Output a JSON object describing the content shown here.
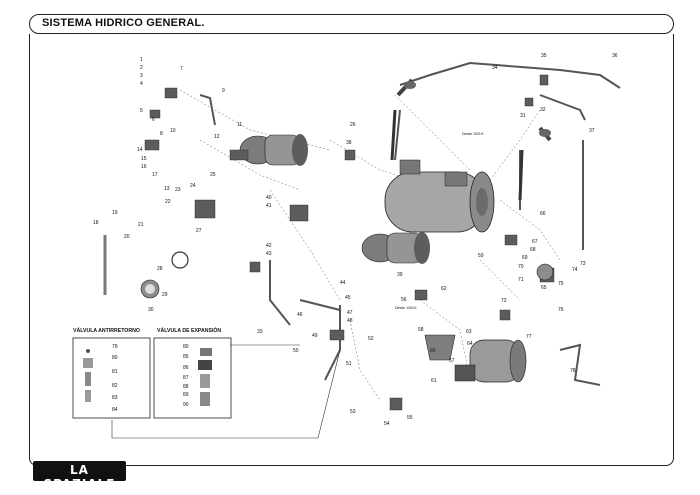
{
  "header": {
    "title": "SISTEMA HIDRICO GENERAL."
  },
  "brand": {
    "logo_text": "LA SPAZIALE"
  },
  "insets": [
    {
      "title": "VÁLVULA ANTIRRETORNO",
      "parts": [
        "79",
        "80",
        "81",
        "82",
        "83",
        "84"
      ]
    },
    {
      "title": "VÁLVULA DE EXPANSIÓN",
      "parts": [
        "80",
        "85",
        "86",
        "87",
        "88",
        "89",
        "90"
      ]
    }
  ],
  "notes": {
    "desde_a": "Desde 1001H",
    "desde_b": "Desde 1001H"
  },
  "callouts": {
    "c1": "1",
    "c2": "2",
    "c3": "3",
    "c4": "4",
    "c5": "5",
    "c6": "6",
    "c7": "7",
    "c8": "8",
    "c9": "9",
    "c10": "10",
    "c11": "11",
    "c12": "12",
    "c13": "13",
    "c14": "14",
    "c15": "15",
    "c16": "16",
    "c17": "17",
    "c18": "18",
    "c19": "19",
    "c20": "20",
    "c21": "21",
    "c22": "22",
    "c23": "23",
    "c24": "24",
    "c25": "25",
    "c26": "26",
    "c27": "27",
    "c28": "28",
    "c29": "29",
    "c30": "30",
    "c31": "31",
    "c32": "32",
    "c33": "33",
    "c34": "34",
    "c35": "35",
    "c36": "36",
    "c37": "37",
    "c38": "38",
    "c39": "39",
    "c40": "40",
    "c41": "41",
    "c42": "42",
    "c43": "43",
    "c44": "44",
    "c45": "45",
    "c46": "46",
    "c47": "47",
    "c48": "48",
    "c49": "49",
    "c50": "50",
    "c51": "51",
    "c52": "52",
    "c53": "53",
    "c54": "54",
    "c55": "55",
    "c56": "56",
    "c57": "57",
    "c58": "58",
    "c59": "59",
    "c60": "60",
    "c61": "61",
    "c62": "62",
    "c63": "63",
    "c64": "64",
    "c65": "65",
    "c66": "66",
    "c67": "67",
    "c68": "68",
    "c69": "69",
    "c70": "70",
    "c71": "71",
    "c72": "72",
    "c73": "73",
    "c74": "74",
    "c75": "75",
    "c76": "76",
    "c77": "77",
    "c78": "78"
  },
  "colors": {
    "line": "#222222",
    "metal": "#9a9a9a",
    "dark": "#4a4a4a",
    "light": "#d6d6d6"
  }
}
